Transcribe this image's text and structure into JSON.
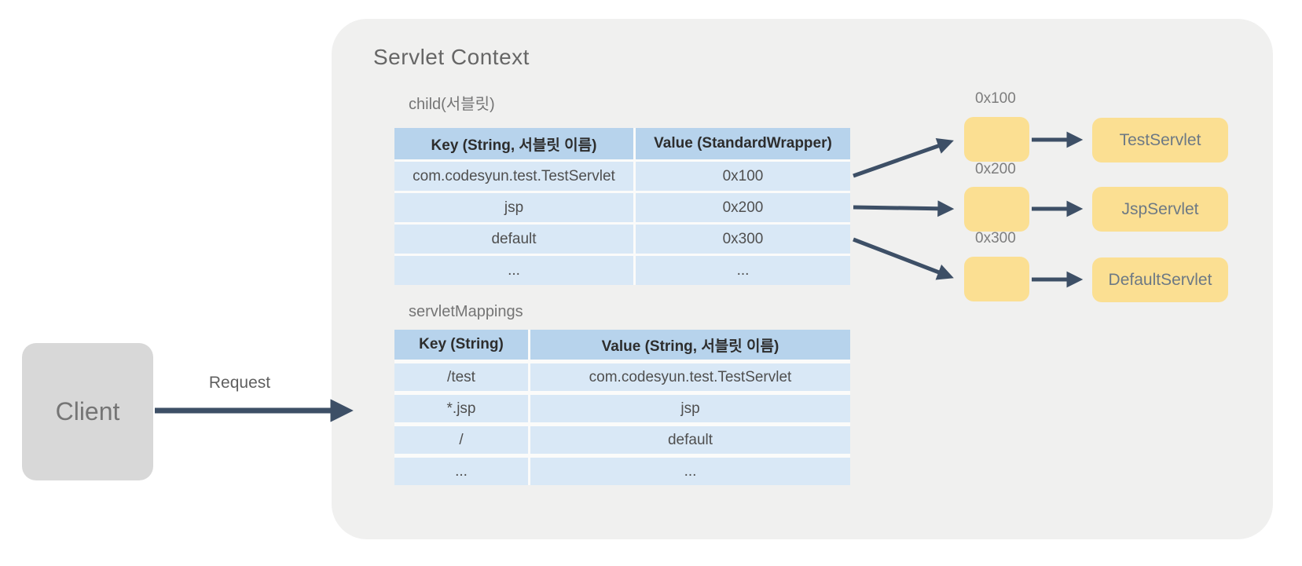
{
  "panel": {
    "title": "Servlet Context"
  },
  "client": {
    "label": "Client"
  },
  "request": {
    "label": "Request"
  },
  "child_section": {
    "label": "child(서블릿)",
    "table": {
      "headers": [
        "Key (String, 서블릿 이름)",
        "Value (StandardWrapper)"
      ],
      "rows": [
        [
          "com.codesyun.test.TestServlet",
          "0x100"
        ],
        [
          "jsp",
          "0x200"
        ],
        [
          "default",
          "0x300"
        ],
        [
          "...",
          "..."
        ]
      ]
    }
  },
  "mappings_section": {
    "label": "servletMappings",
    "table": {
      "headers": [
        "Key (String)",
        "Value (String, 서블릿 이름)"
      ],
      "rows": [
        [
          "/test",
          "com.codesyun.test.TestServlet"
        ],
        [
          "*.jsp",
          "jsp"
        ],
        [
          "/",
          "default"
        ],
        [
          "...",
          "..."
        ]
      ]
    }
  },
  "wrappers": [
    {
      "address": "0x100",
      "servlet": "TestServlet"
    },
    {
      "address": "0x200",
      "servlet": "JspServlet"
    },
    {
      "address": "0x300",
      "servlet": "DefaultServlet"
    }
  ],
  "colors": {
    "panel_bg": "#f0f0ef",
    "table_header_bg": "#b7d3ec",
    "table_row_bg": "#d9e8f6",
    "wrapper_box_bg": "#fbdf92",
    "client_box_bg": "#d8d8d8",
    "arrow": "#3d4f66",
    "title_text": "#666666",
    "section_label_text": "#757575",
    "servlet_box_text": "#6d7984"
  }
}
